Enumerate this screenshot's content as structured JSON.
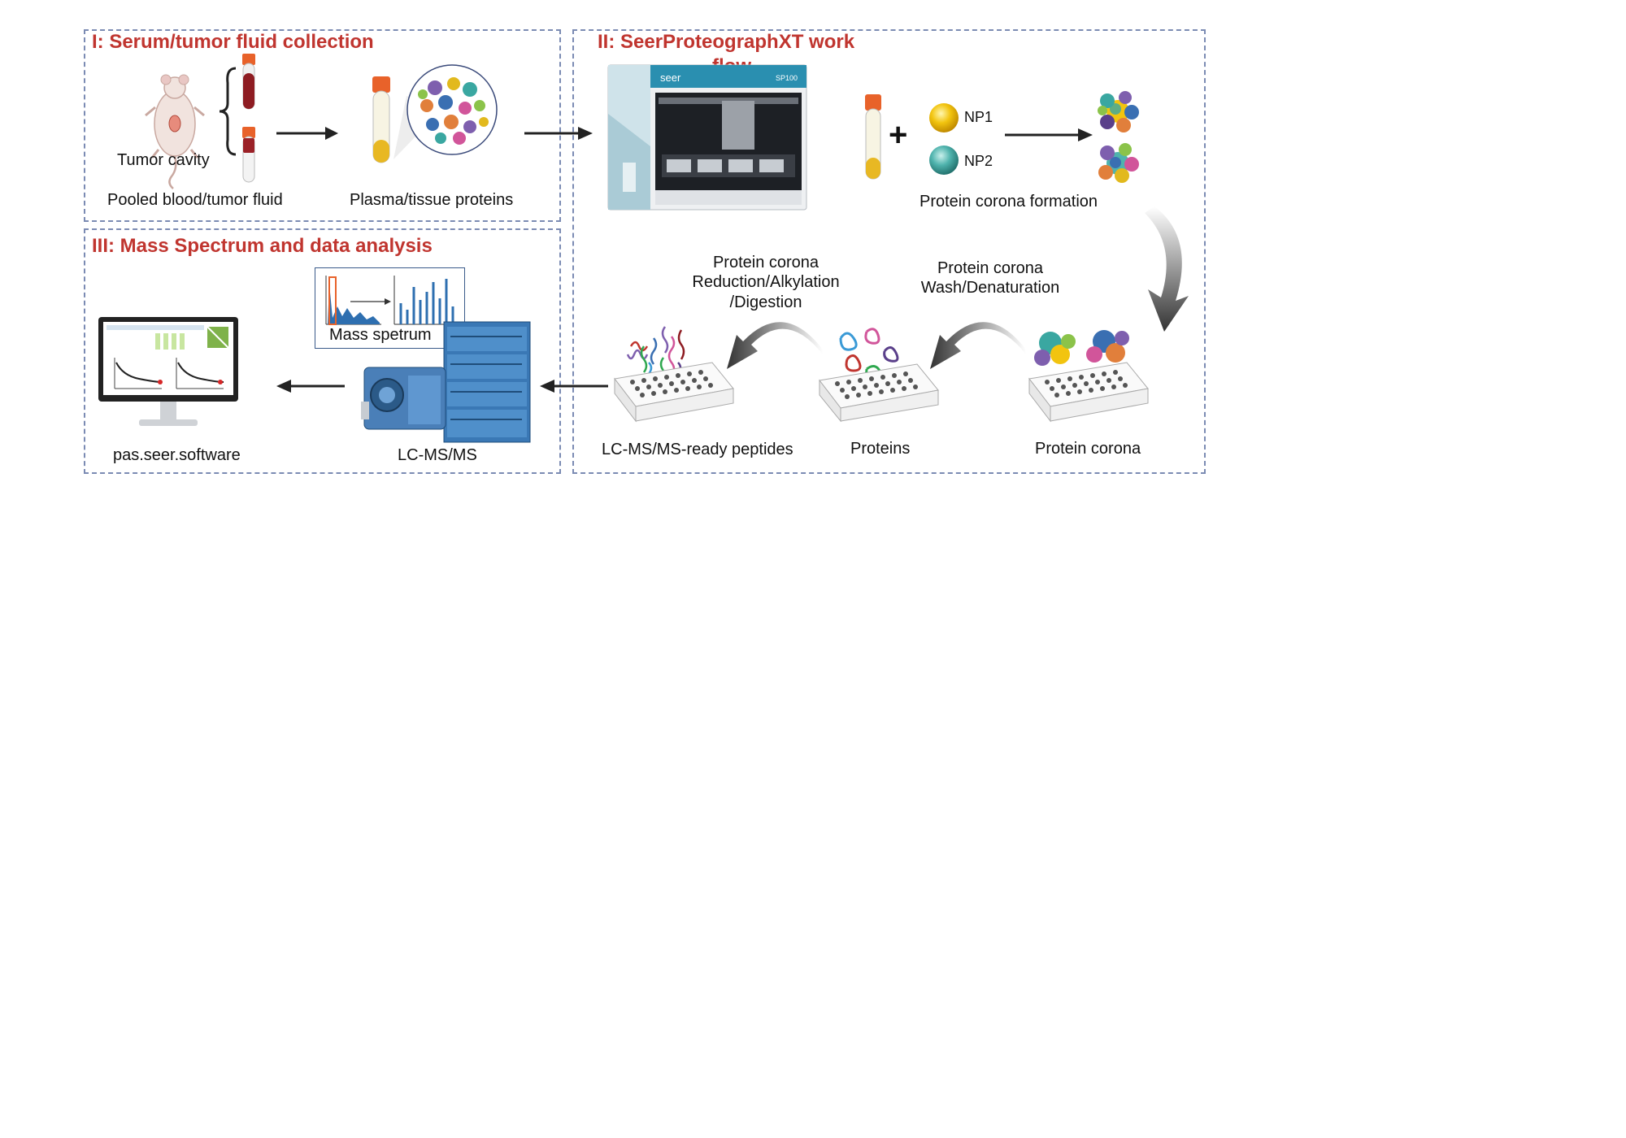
{
  "panels": {
    "panel1": {
      "title": "I: Serum/tumor fluid collection",
      "tumor_cavity": "Tumor cavity",
      "pooled_label": "Pooled blood/tumor fluid",
      "plasma_label": "Plasma/tissue proteins"
    },
    "panel2": {
      "title_line1": "II: SeerProteographXT work",
      "title_line2": "flow",
      "instrument_brand": "seer",
      "instrument_model": "SP100",
      "np1": "NP1",
      "np2": "NP2",
      "plus": "+",
      "corona_formation": "Protein corona formation",
      "wash_line1": "Protein corona",
      "wash_line2": "Wash/Denaturation",
      "reduction_line1": "Protein corona",
      "reduction_line2": "Reduction/Alkylation",
      "reduction_line3": "/Digestion",
      "plate_peptides": "LC-MS/MS-ready peptides",
      "plate_proteins": "Proteins",
      "plate_corona": "Protein corona"
    },
    "panel3": {
      "title": "III: Mass Spectrum and data analysis",
      "mass_spectrum": "Mass spetrum",
      "lcms": "LC-MS/MS",
      "software": "pas.seer.software"
    }
  },
  "colors": {
    "title_red": "#c0352f",
    "dashed_border": "#7b8bb3",
    "np1_yellow": "#f2c40f",
    "np2_teal": "#4fb3ad",
    "instrument_blue": "#3a78b5"
  }
}
